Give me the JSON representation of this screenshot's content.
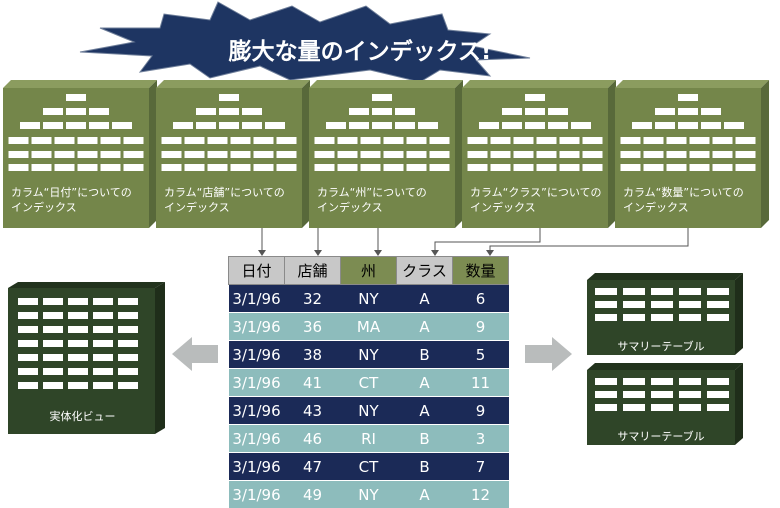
{
  "banner": {
    "title": "膨大な量のインデックス!"
  },
  "indexes": [
    {
      "label_line1": "カラム“日付”についての",
      "label_line2": "インデックス"
    },
    {
      "label_line1": "カラム“店舗”についての",
      "label_line2": "インデックス"
    },
    {
      "label_line1": "カラム“州”についての",
      "label_line2": "インデックス"
    },
    {
      "label_line1": "カラム“クラス”についての",
      "label_line2": "インデックス"
    },
    {
      "label_line1": "カラム“数量”についての",
      "label_line2": "インデックス"
    }
  ],
  "table": {
    "headers": [
      "日付",
      "店舗",
      "州",
      "クラス",
      "数量"
    ],
    "rows": [
      [
        "3/1/96",
        "32",
        "NY",
        "A",
        "6"
      ],
      [
        "3/1/96",
        "36",
        "MA",
        "A",
        "9"
      ],
      [
        "3/1/96",
        "38",
        "NY",
        "B",
        "5"
      ],
      [
        "3/1/96",
        "41",
        "CT",
        "A",
        "11"
      ],
      [
        "3/1/96",
        "43",
        "NY",
        "A",
        "9"
      ],
      [
        "3/1/96",
        "46",
        "RI",
        "B",
        "3"
      ],
      [
        "3/1/96",
        "47",
        "CT",
        "B",
        "7"
      ],
      [
        "3/1/96",
        "49",
        "NY",
        "A",
        "12"
      ]
    ]
  },
  "materialized_view": {
    "label": "実体化ビュー"
  },
  "summary_tables": [
    {
      "label": "サマリーテーブル"
    },
    {
      "label": "サマリーテーブル"
    }
  ],
  "colors": {
    "index_box": "#74864a",
    "index_box_side": "#58693a",
    "dark_box": "#2f4528",
    "row_dark": "#1b2a57",
    "row_light": "#8dbcbc",
    "banner": "#1e3562"
  }
}
